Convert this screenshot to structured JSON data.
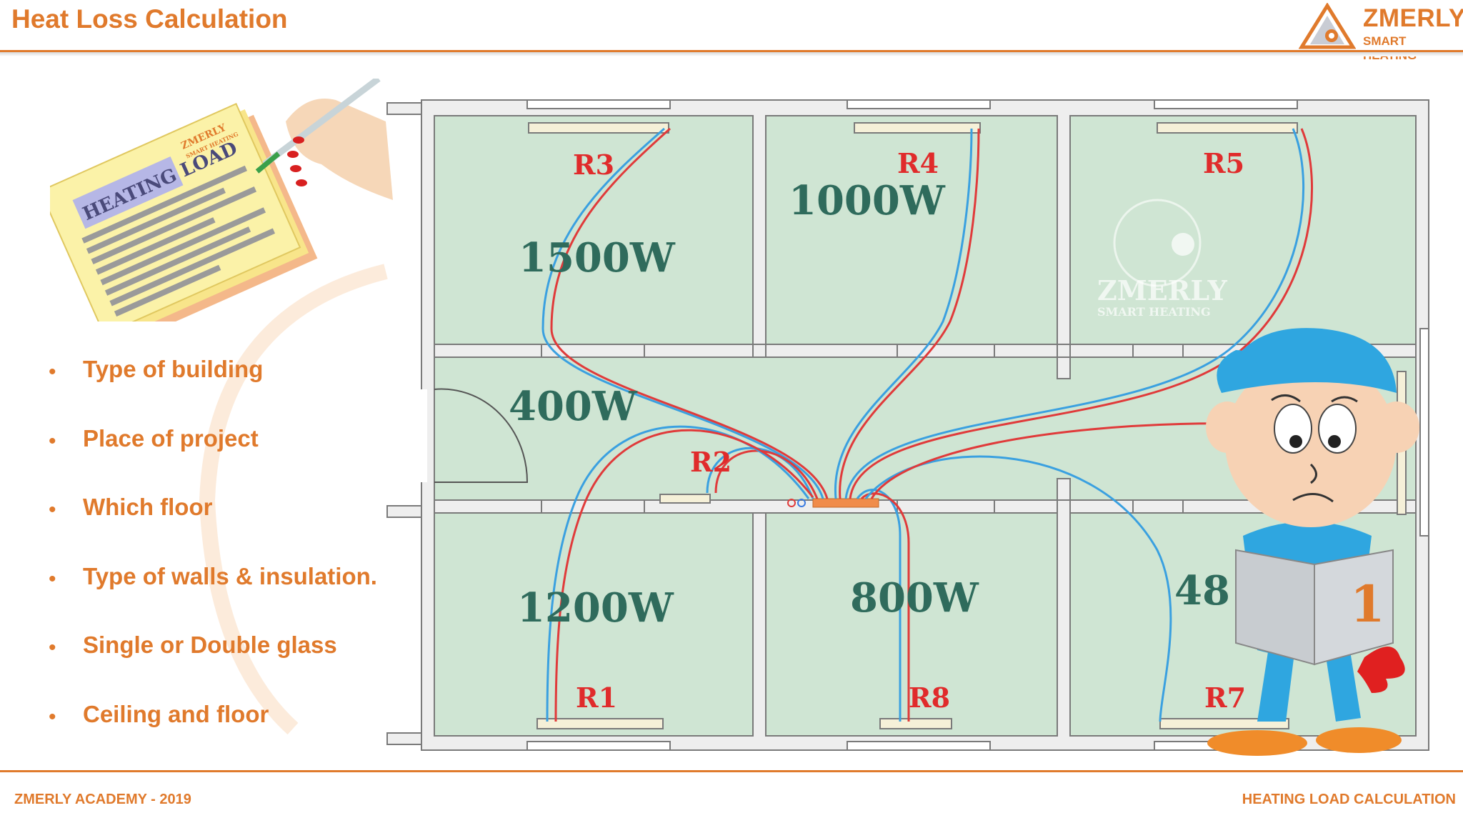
{
  "header": {
    "title": "Heat Loss Calculation"
  },
  "logo": {
    "name": "ZMERLY",
    "tagline": "SMART HEATING"
  },
  "bullets": [
    "Type of building",
    "Place of project",
    "Which floor",
    "Type of walls & insulation.",
    "Single or Double glass",
    "Ceiling and floor"
  ],
  "document": {
    "title": "HEATING LOAD",
    "brand": "ZMERLY",
    "brand_sub": "SMART HEATING"
  },
  "floorplan": {
    "rooms": [
      {
        "radiator": "R3",
        "power": "1500W"
      },
      {
        "radiator": "R4",
        "power": "1000W"
      },
      {
        "radiator": "R5",
        "power": ""
      },
      {
        "radiator": "R2",
        "power": "400W"
      },
      {
        "radiator": "R1",
        "power": "1200W"
      },
      {
        "radiator": "R8",
        "power": "800W"
      },
      {
        "radiator": "R7",
        "power": "48"
      }
    ],
    "watermark": {
      "name": "ZMERLY",
      "sub": "SMART HEATING"
    }
  },
  "colors": {
    "accent": "#e07a2c",
    "room_fill": "#cfe5d3",
    "wall": "#eeeeee",
    "label_red": "#e02b2b",
    "label_green": "#2f6b5c",
    "pipe_red": "#e03a3a",
    "pipe_blue": "#3aa0e0"
  },
  "footer": {
    "left": "ZMERLY ACADEMY - 2019",
    "right": "HEATING LOAD CALCULATION"
  }
}
